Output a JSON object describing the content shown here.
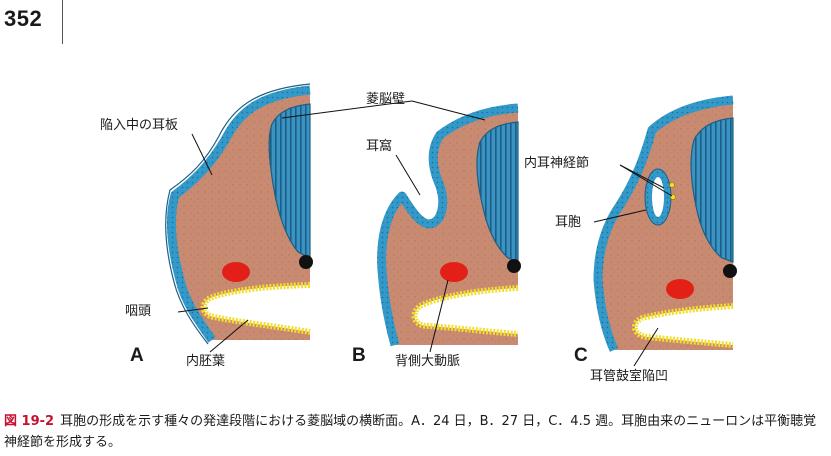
{
  "page_number": "352",
  "figure": {
    "labels": {
      "rhombencephalon_wall": "菱脳壁",
      "invaginating_otic_placode": "陥入中の耳板",
      "otic_pit": "耳窩",
      "inner_ear_ganglion": "内耳神経節",
      "otic_vesicle": "耳胞",
      "pharynx": "咽頭",
      "endoderm": "内胚葉",
      "dorsal_aorta": "背側大動脈",
      "tubotympanic_recess": "耳管鼓室陥凹"
    },
    "panels": [
      "A",
      "B",
      "C"
    ]
  },
  "caption": {
    "label": "図 19-2",
    "text": "耳胞の形成を示す種々の発達段階における菱脳域の横断面。A．24 日，B．27 日，C．4.5 週。耳胞由来のニューロンは平衡聴覚神経節を形成する。"
  },
  "colors": {
    "mesenchyme": "#c98a72",
    "ectoderm": "#3399c9",
    "neural_tube": "#3a93c2",
    "endoderm": "#f2df27",
    "aorta": "#e32018",
    "caption_label": "#c8102e"
  }
}
